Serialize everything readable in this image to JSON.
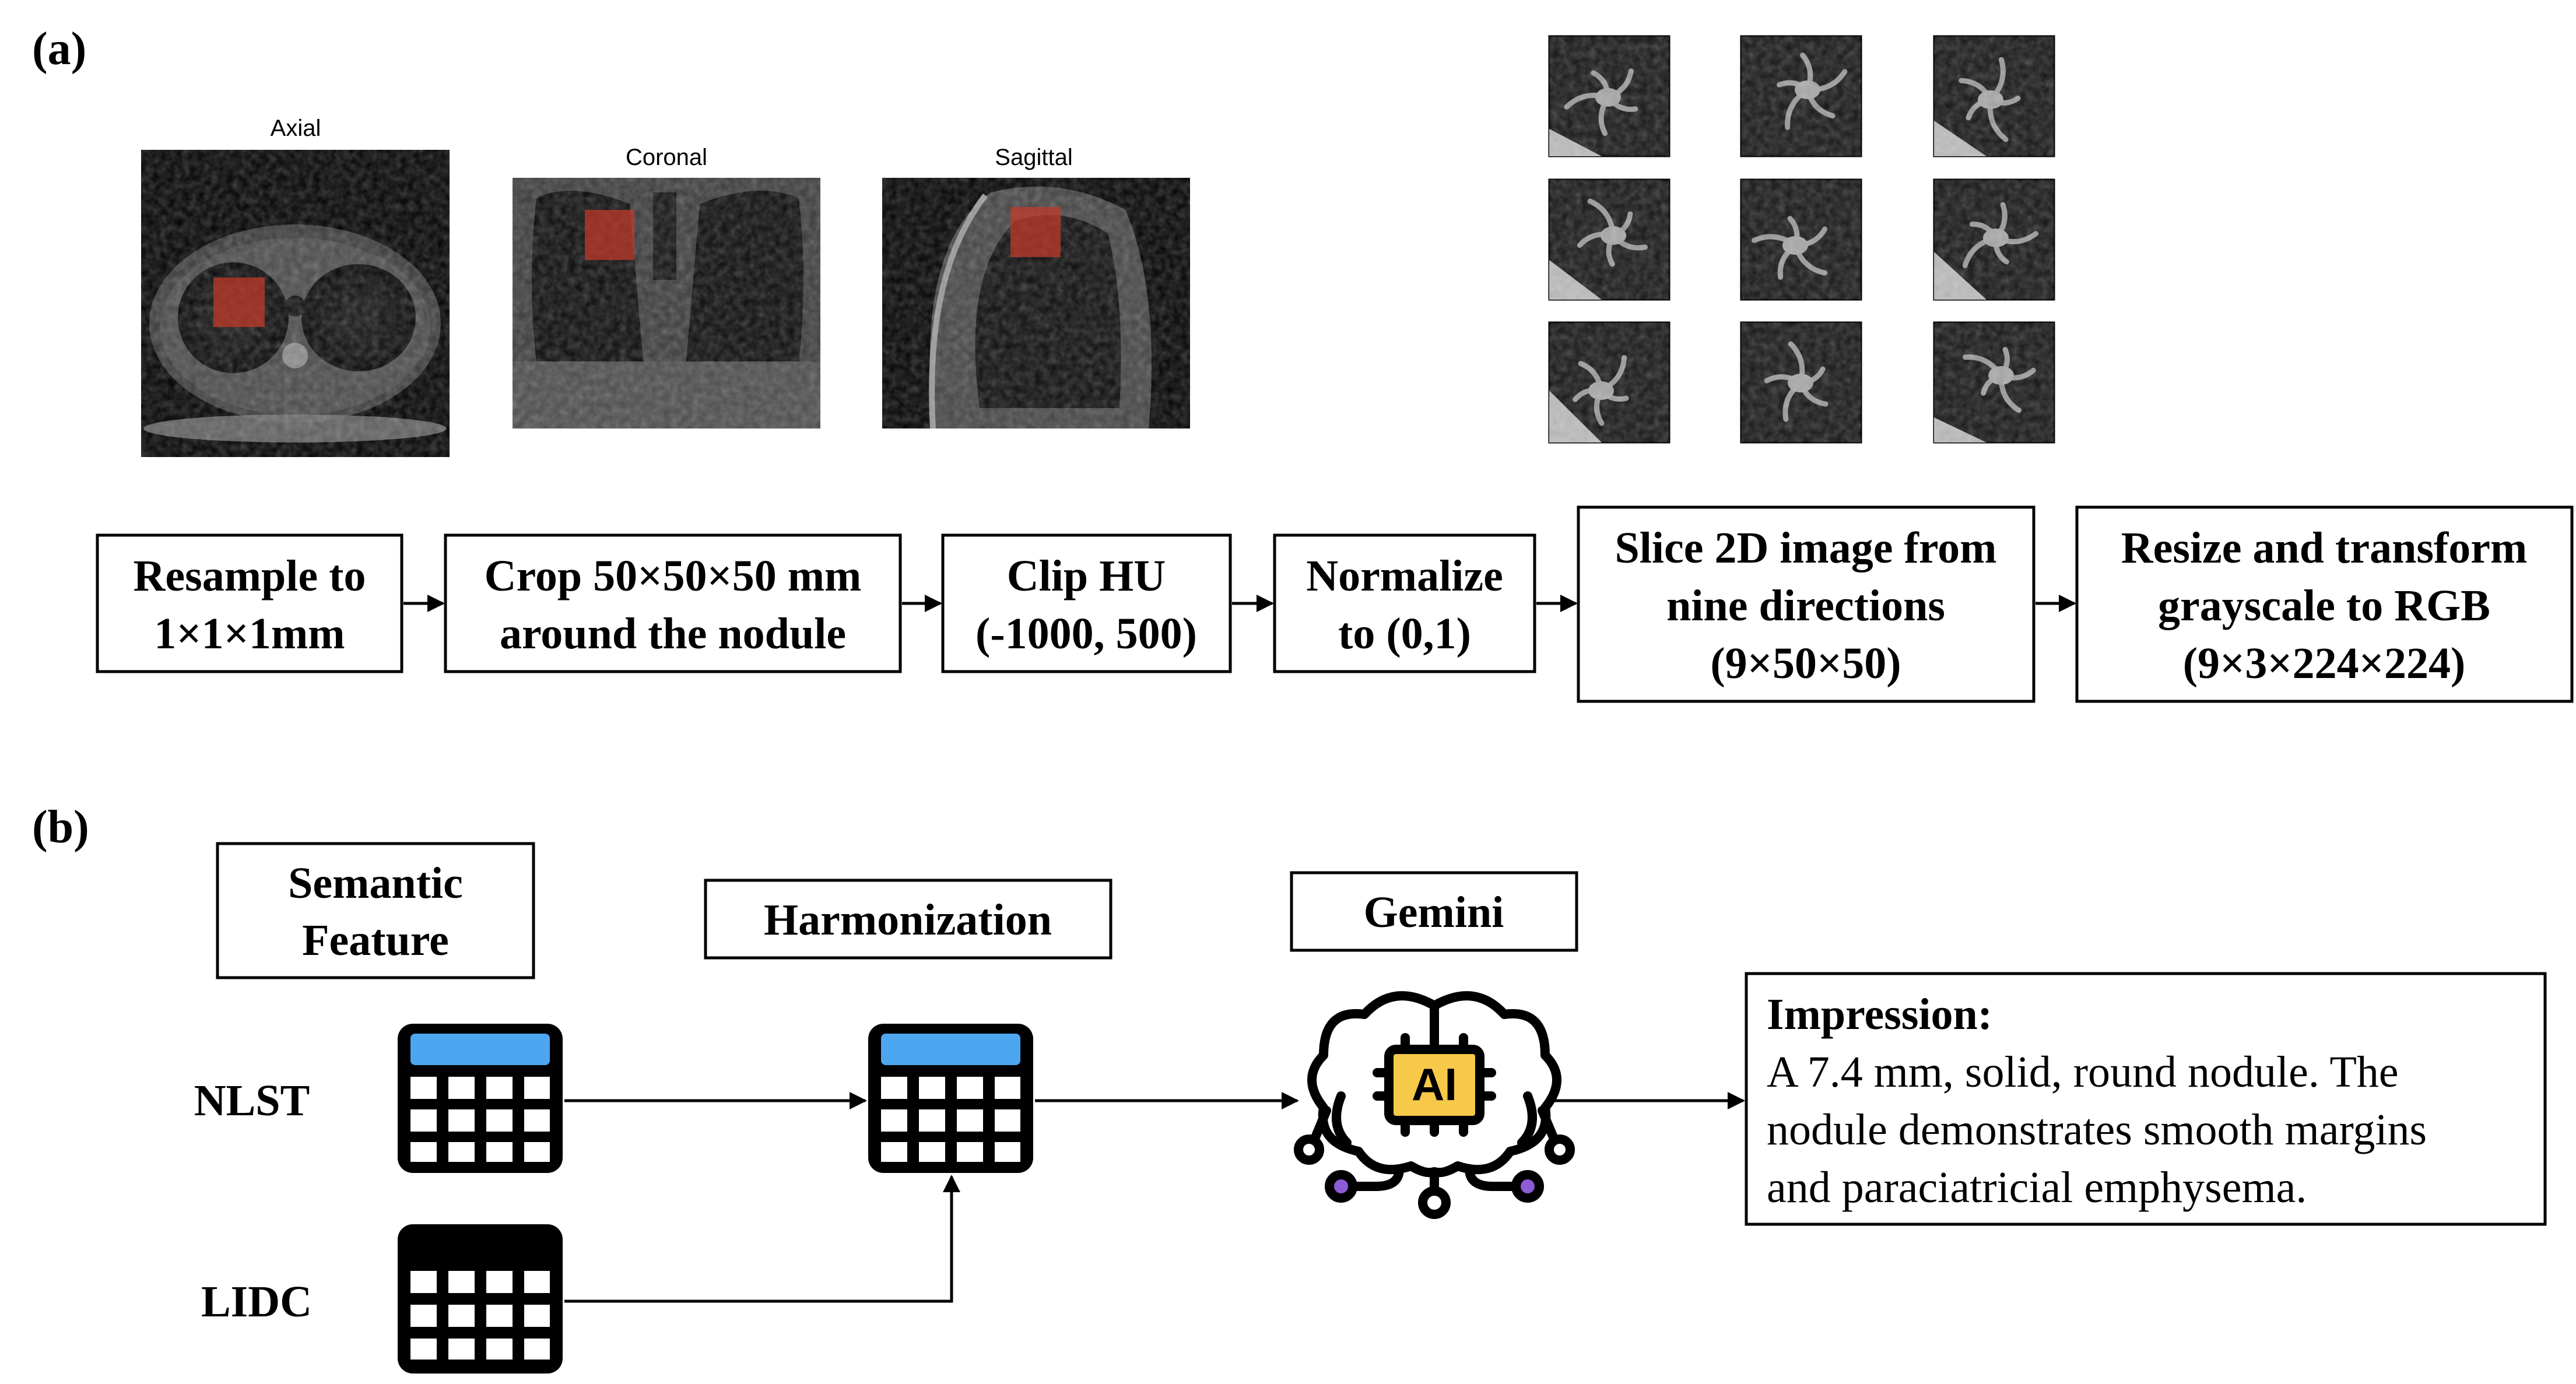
{
  "panel_a": {
    "label": "(a)",
    "views": [
      {
        "title": "Axial"
      },
      {
        "title": "Coronal"
      },
      {
        "title": "Sagittal"
      }
    ],
    "steps": [
      {
        "lines": [
          "Resample to",
          "1×1×1mm"
        ]
      },
      {
        "lines": [
          "Crop 50×50×50 mm",
          "around the nodule"
        ]
      },
      {
        "lines": [
          "Clip HU",
          "(-1000, 500)"
        ]
      },
      {
        "lines": [
          "Normalize",
          "to (0,1)"
        ]
      },
      {
        "lines": [
          "Slice 2D image from",
          "nine directions",
          "(9×50×50)"
        ]
      },
      {
        "lines": [
          "Resize and transform",
          "grayscale to RGB",
          "(9×3×224×224)"
        ]
      }
    ]
  },
  "panel_b": {
    "label": "(b)",
    "semantic_feature": [
      "Semantic",
      "Feature"
    ],
    "harmonization": "Harmonization",
    "gemini": "Gemini",
    "ai_badge": "AI",
    "datasets": [
      "NLST",
      "LIDC"
    ],
    "impression": {
      "heading": "Impression:",
      "lines": [
        "A 7.4 mm, solid, round nodule. The",
        "nodule demonstrates smooth margins",
        "and paraciatricial emphysema."
      ]
    }
  },
  "colors": {
    "table_header": "#4da6f0",
    "ai_badge_fill": "#f7c948",
    "accent_purple": "#8e5bd6",
    "roi_red": "#c0392b",
    "ink": "#000000"
  }
}
